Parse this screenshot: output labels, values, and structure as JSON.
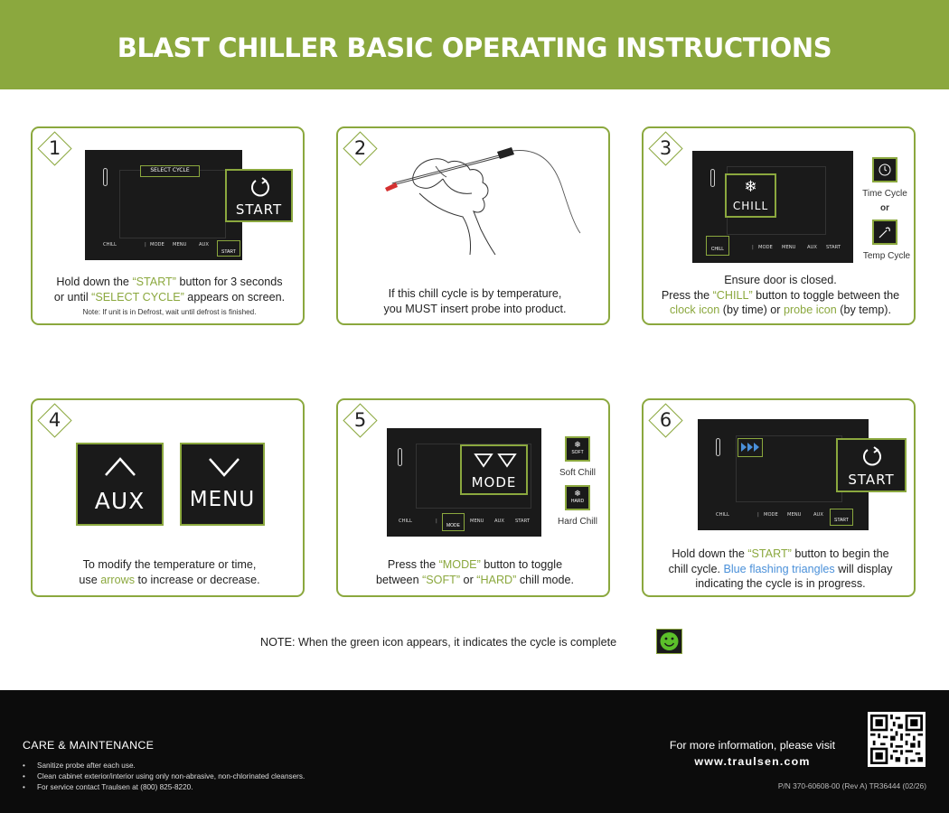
{
  "header": {
    "title": "BLAST CHILLER BASIC OPERATING INSTRUCTIONS"
  },
  "colors": {
    "accent": "#8ba83e",
    "panel": "#1a1a1a",
    "footer": "#0c0c0c",
    "blue": "#4a90d9"
  },
  "panel_buttons": {
    "chill": "CHILL",
    "mode": "MODE",
    "menu": "MENU",
    "aux": "AUX",
    "start": "START"
  },
  "steps": [
    {
      "number": "1",
      "screen_text": "SELECT CYCLE",
      "button_label": "START",
      "line1_pre": "Hold down the ",
      "line1_hl": "“START”",
      "line1_post": " button for 3 seconds",
      "line2_pre": "or until ",
      "line2_hl": "“SELECT CYCLE”",
      "line2_post": " appears on screen.",
      "note": "Note: If unit is in Defrost, wait until defrost is finished."
    },
    {
      "number": "2",
      "line1": "If this chill cycle is by temperature,",
      "line2": "you MUST insert probe into product."
    },
    {
      "number": "3",
      "button_label": "CHILL",
      "time_caption": "Time Cycle",
      "or": "or",
      "temp_caption": "Temp Cycle",
      "line1": "Ensure door is closed.",
      "line2_pre": "Press the ",
      "line2_hl": "“CHILL”",
      "line2_post": " button to toggle between the",
      "line3_hl1": "clock icon",
      "line3_mid": " (by time) or ",
      "line3_hl2": "probe icon",
      "line3_post": " (by temp)."
    },
    {
      "number": "4",
      "aux_label": "AUX",
      "menu_label": "MENU",
      "line1": "To modify the temperature or time,",
      "line2_pre": "use ",
      "line2_hl": "arrows",
      "line2_post": " to increase or decrease."
    },
    {
      "number": "5",
      "button_label": "MODE",
      "soft_icon_text": "SOFT",
      "hard_icon_text": "HARD",
      "soft_caption": "Soft Chill",
      "hard_caption": "Hard Chill",
      "line1_pre": "Press the ",
      "line1_hl": "“MODE”",
      "line1_post": " button to toggle",
      "line2_pre": "between ",
      "line2_hl1": "“SOFT”",
      "line2_mid": " or ",
      "line2_hl2": "“HARD”",
      "line2_post": " chill mode."
    },
    {
      "number": "6",
      "button_label": "START",
      "line1_pre": "Hold down the ",
      "line1_hl": "“START”",
      "line1_post": " button to begin the",
      "line2_pre": "chill cycle. ",
      "line2_hl": "Blue flashing triangles",
      "line2_post": " will display",
      "line3": "indicating the cycle is in progress."
    }
  ],
  "note": "NOTE: When the green icon appears, it indicates the cycle is complete",
  "footer": {
    "care_title": "CARE & MAINTENANCE",
    "care_items": [
      "Sanitize probe after each use.",
      "Clean cabinet exterior/interior using only non-abrasive, non-chlorinated cleansers.",
      "For service contact Traulsen at (800) 825-8220."
    ],
    "more_info": "For more information, please visit",
    "website": "www.traulsen.com",
    "part_number": "P/N 370-60608-00 (Rev A) TR36444 (02/26)"
  }
}
